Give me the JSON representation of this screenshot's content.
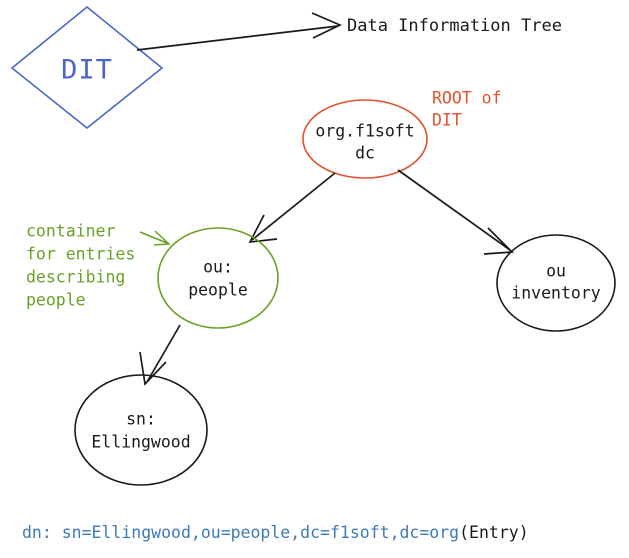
{
  "diagram": {
    "title": "Data Information Tree",
    "legend_shape": {
      "label": "DIT",
      "color": "#4a67c8"
    },
    "nodes": [
      {
        "id": "root",
        "line1": "org.f1soft",
        "line2": "dc",
        "color": "#e2522c",
        "annotation_line1": "ROOT of",
        "annotation_line2": "DIT"
      },
      {
        "id": "people",
        "line1": "ou:",
        "line2": "people",
        "color": "#6aa127",
        "annotation_line1": "container",
        "annotation_line2": "for entries",
        "annotation_line3": "describing",
        "annotation_line4": "people"
      },
      {
        "id": "inventory",
        "line1": "ou",
        "line2": "inventory",
        "color": "#1a1a1a"
      },
      {
        "id": "ellingwood",
        "line1": "sn:",
        "line2": "Ellingwood",
        "color": "#1a1a1a"
      }
    ],
    "dn": {
      "prefix": "dn: ",
      "value": "sn=Ellingwood,ou=people,dc=f1soft,dc=org",
      "suffix": "(Entry)",
      "value_color": "#3d7ab8"
    }
  }
}
